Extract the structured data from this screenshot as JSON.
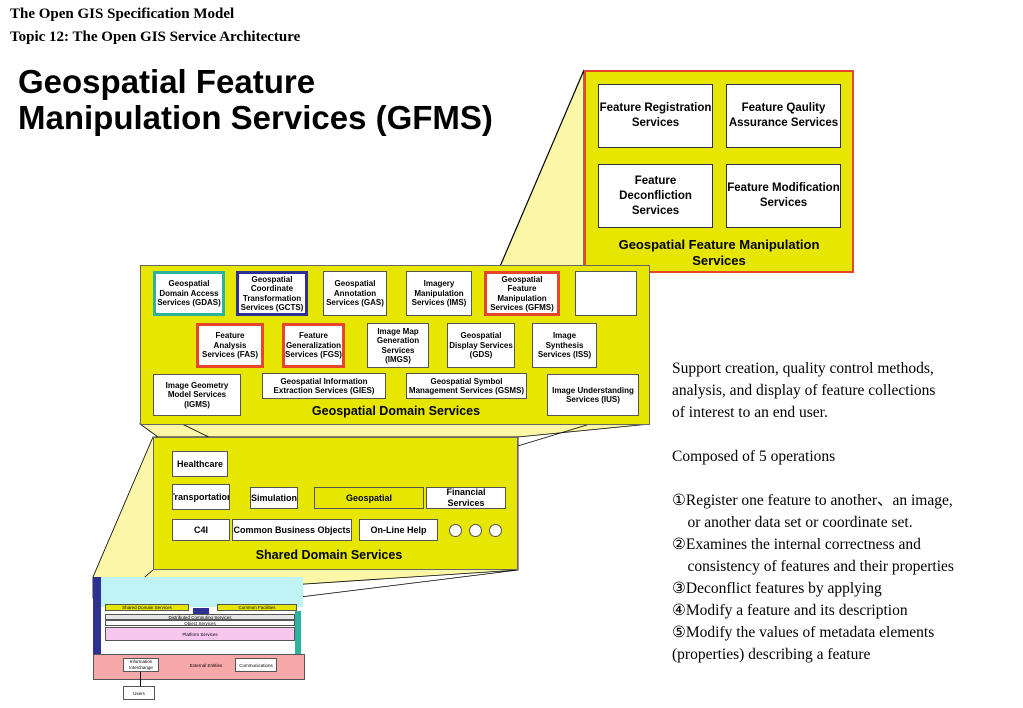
{
  "header": {
    "line1": "The Open GIS Specification Model",
    "line2": "Topic 12: The Open GIS Service Architecture"
  },
  "title": {
    "line1": "Geospatial Feature",
    "line2": "Manipulation Services (GFMS)"
  },
  "gfms_panel": {
    "boxes": [
      "Feature Registration Services",
      "Feature Qaulity Assurance Services",
      "Feature Deconfliction Services",
      "Feature Modification Services"
    ],
    "label": "Geospatial Feature Manipulation Services"
  },
  "domain_panel": {
    "row1": [
      "Geospatial Domain Access Services (GDAS)",
      "Geospatial Coordinate Transformation Services (GCTS)",
      "Geospatial Annotation Services (GAS)",
      "Imagery Manipulation Services (IMS)",
      "Geospatial Feature Manipulation Services (GFMS)"
    ],
    "row2": [
      "Feature Analysis Services (FAS)",
      "Feature Generalization Services (FGS)",
      "Image Map Generation Services (IMGS)",
      "Geospatial Display Services (GDS)",
      "Image Synthesis Services (ISS)"
    ],
    "row3": [
      "Image Geometry Model Services (IGMS)",
      "Geospatial Information Extraction Services (GIES)",
      "Geospatial Symbol Management Services (GSMS)",
      "Image Understanding Services (IUS)"
    ],
    "label": "Geospatial Domain Services"
  },
  "shared_panel": {
    "row1": [
      "Healthcare"
    ],
    "row2": [
      "Transportation",
      "Simulation",
      "Geospatial",
      "Financial Services"
    ],
    "row3": [
      "C4I",
      "Common Business Objects",
      "On-Line Help"
    ],
    "label": "Shared Domain Services"
  },
  "small_diagram": {
    "shared": "Shared Domain Services",
    "common": "Common Facilities",
    "dcs": "Distributed Computing Services",
    "object": "Object Services",
    "platform": "Platform Services",
    "info": "Information Interchange",
    "external": "External Entities",
    "comm": "Communications",
    "users": "Users"
  },
  "description": {
    "intro": [
      "Support creation, quality control methods,",
      "analysis, and display of feature collections",
      "of interest to an end user."
    ],
    "composed": "Composed of 5 operations",
    "ops": [
      "①Register one feature to another、an image,",
      "    or another data set or coordinate set.",
      "②Examines the internal correctness and",
      "    consistency of features and their properties",
      "③Deconflict features by applying",
      "④Modify a feature and its description",
      "⑤Modify the values of metadata elements",
      "(properties) describing a feature"
    ]
  },
  "colors": {
    "yellow": "#e6e600",
    "gfms_border": "#e8462a",
    "teal_border": "#2bb3a0",
    "navy_border": "#2e3192",
    "red_border": "#e8462a",
    "callout_fill": "#fbf7a6"
  }
}
